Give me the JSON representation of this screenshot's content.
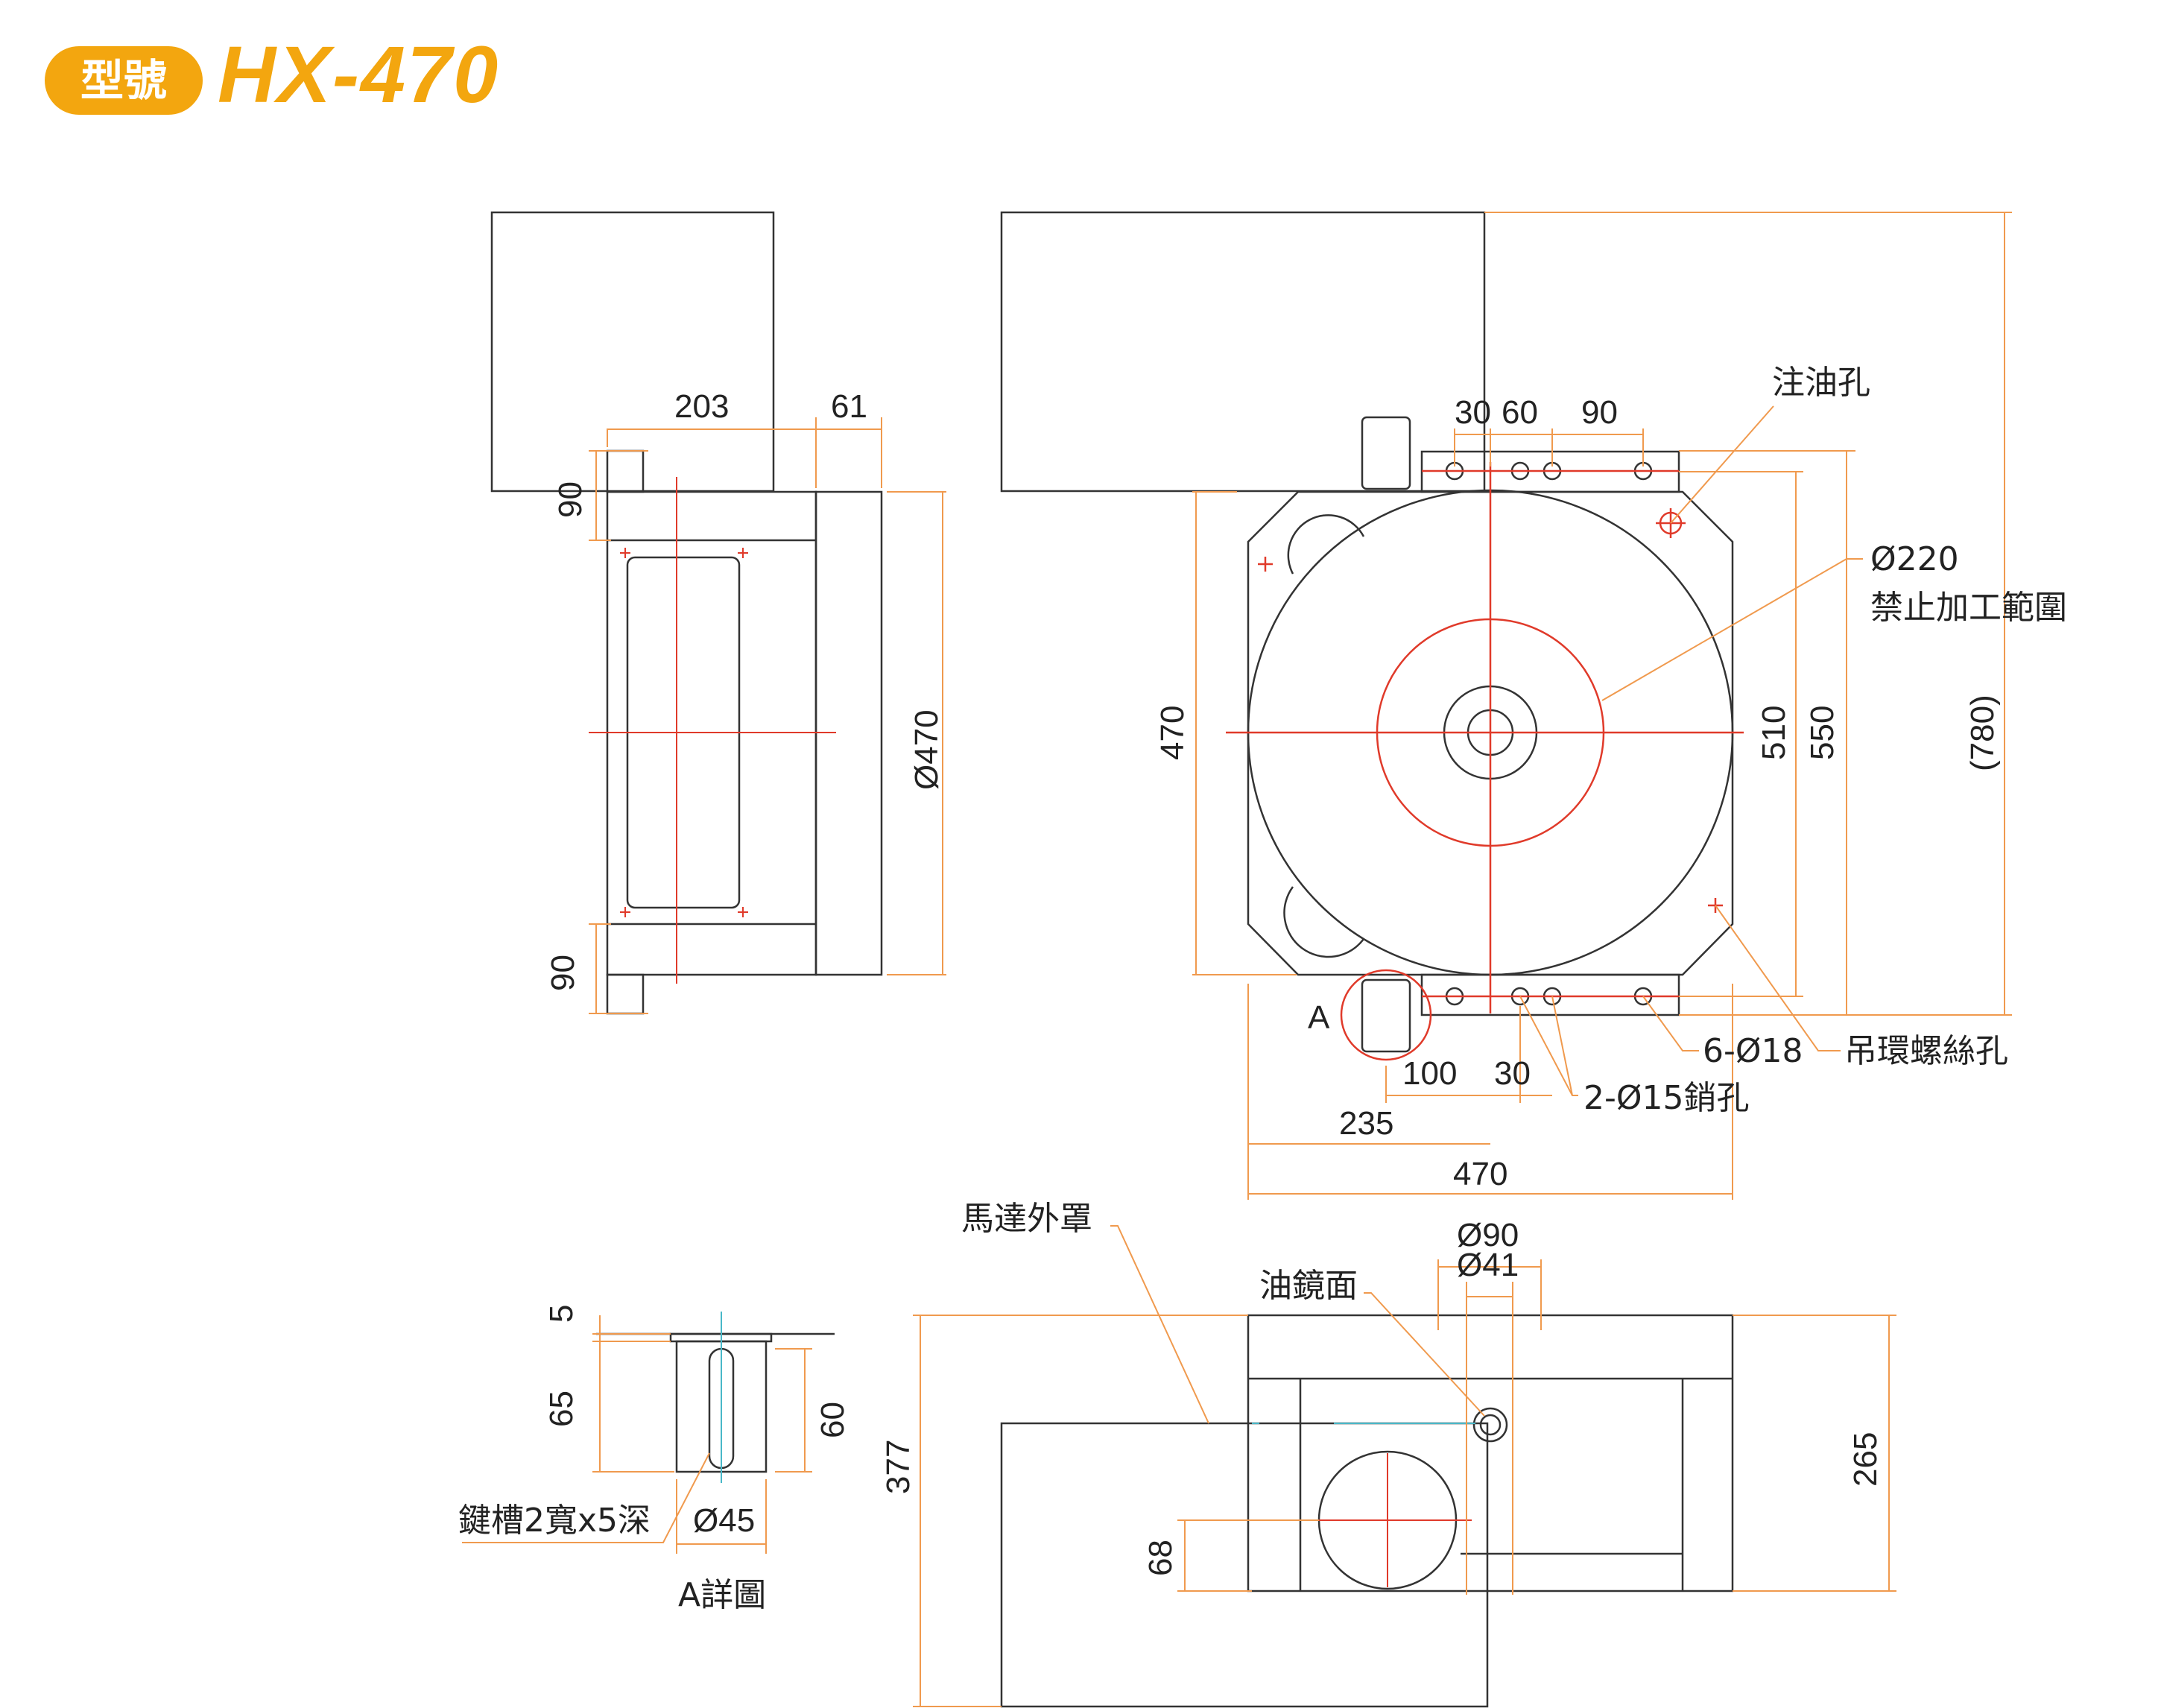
{
  "header": {
    "badge_label": "型號",
    "model": "HX-470"
  },
  "colors": {
    "accent": "#f3a60f",
    "dimension": "#f09a4e",
    "outline": "#333333",
    "center": "#e03a2a",
    "cyan": "#49b8c8"
  },
  "dimensions": {
    "side_view": {
      "width_203": "203",
      "width_61": "61",
      "top_90": "90",
      "bottom_90": "90",
      "dia_470": "Ø470"
    },
    "top_view": {
      "d30": "30",
      "d60": "60",
      "d90": "90",
      "d470_left": "470",
      "d510": "510",
      "d550": "550",
      "d780": "(780)",
      "d100": "100",
      "d30b": "30",
      "d235": "235",
      "d470_bottom": "470",
      "label_A": "A"
    },
    "detail_a": {
      "d5": "5",
      "d65": "65",
      "d60": "60",
      "dia45": "Ø45"
    },
    "front_view": {
      "dia90": "Ø90",
      "dia41": "Ø41",
      "d377": "377",
      "d265": "265",
      "d68": "68"
    }
  },
  "labels": {
    "oil_inlet": "注油孔",
    "dia220": "Ø220",
    "no_machining": "禁止加工範圍",
    "holes_6": "6-Ø18",
    "lifting_screw": "吊環螺絲孔",
    "pin_holes": "2-Ø15銷孔",
    "motor_cover": "馬達外罩",
    "oil_mirror": "油鏡面",
    "keyway": "鍵槽2寬x5深",
    "detail_title": "A詳圖"
  }
}
